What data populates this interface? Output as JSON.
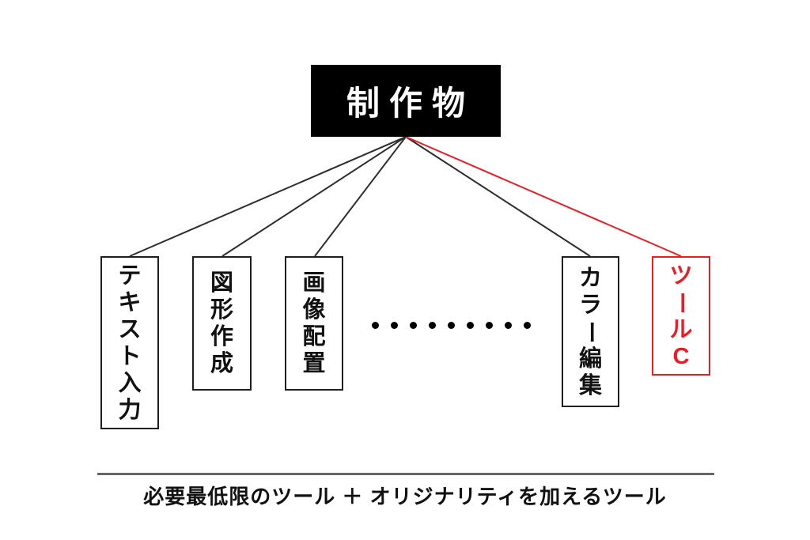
{
  "diagram": {
    "root": {
      "label": "制作物"
    },
    "children": [
      {
        "id": "text-input",
        "label": "テキスト入力"
      },
      {
        "id": "shape-creation",
        "label": "図形作成"
      },
      {
        "id": "image-placement",
        "label": "画像配置"
      },
      {
        "id": "color-editing",
        "label": "カラー編集"
      },
      {
        "id": "tool-c",
        "label": "ツールC"
      }
    ],
    "ellipsis_dots": 9,
    "caption": "必要最低限のツール ＋ オリジナリティを加えるツール"
  },
  "colors": {
    "root_bg": "#000000",
    "root_text": "#ffffff",
    "node_border": "#1f1f1f",
    "connector": "#2e2e2e",
    "accent_red": "#ed1c24",
    "caption_rule": "#666666"
  }
}
